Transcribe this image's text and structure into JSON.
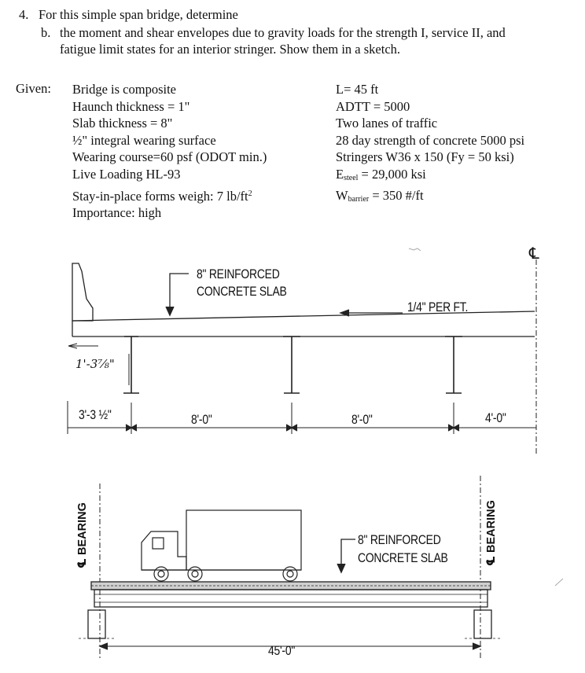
{
  "problem": {
    "number": "4.",
    "intro": "For this simple span bridge, determine",
    "part_letter": "b.",
    "part_line1": "the moment and shear envelopes due to gravity loads for the strength I, service II, and",
    "part_line2": "fatigue limit states for an interior stringer.  Show them in a sketch."
  },
  "given": {
    "label": "Given:",
    "left_items": [
      "Bridge is composite",
      "Haunch thickness = 1\"",
      "Slab thickness = 8\"",
      "½\" integral wearing surface",
      "Wearing course=60 psf (ODOT min.)",
      "Live Loading HL-93"
    ],
    "stay_forms_text": "Stay-in-place forms weigh: 7 lb/ft",
    "stay_forms_sup": "2",
    "importance": "Importance: high",
    "right_items": [
      "L= 45 ft",
      "ADTT = 5000",
      "Two lanes of traffic",
      "28 day strength of concrete 5000 psi",
      "Stringers W36 x 150 (Fy = 50 ksi)"
    ],
    "esteel_E": "E",
    "esteel_sub": "steel",
    "esteel_val": " = 29,000 ksi",
    "wbarrier_W": "W",
    "wbarrier_sub": "barrier",
    "wbarrier_val": " = 350 #/ft"
  },
  "section_sketch": {
    "slab_label_1": "8\" REINFORCED",
    "slab_label_2": "CONCRETE SLAB",
    "slope_label": "1/4\" PER FT.",
    "centerline_symbol": "℄",
    "overhang_note": "1'-3⅞\"",
    "dim_overhang": "3'-3 ½\"",
    "dim_spacing_1": "8'-0\"",
    "dim_spacing_2": "8'-0\"",
    "dim_half": "4'-0\""
  },
  "elevation_sketch": {
    "bearing_left": "℄ BEARING",
    "bearing_right": "℄ BEARING",
    "slab_label_1": "8\" REINFORCED",
    "slab_label_2": "CONCRETE SLAB",
    "span_label": "45'-0\""
  }
}
